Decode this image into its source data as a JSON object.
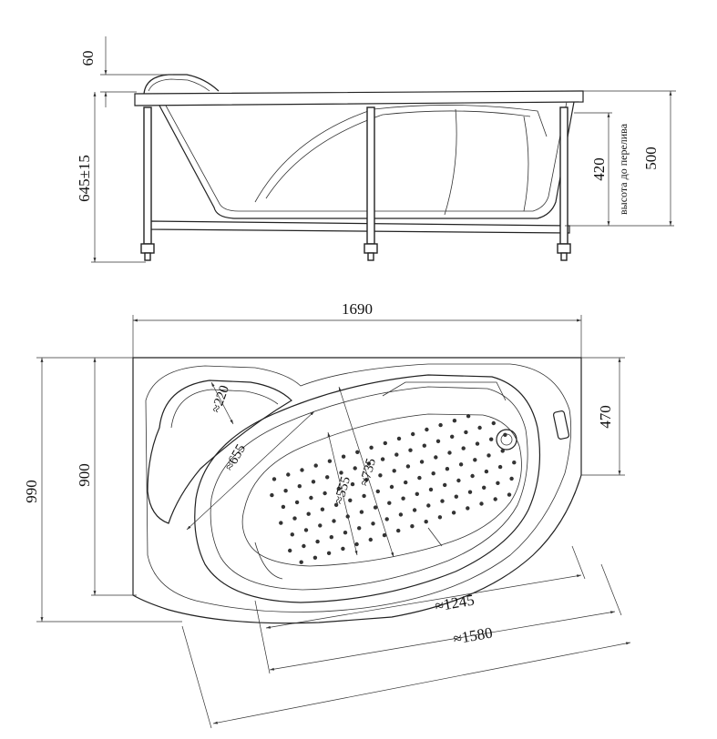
{
  "side_view": {
    "dim_headrest": "60",
    "dim_total_height": "645±15",
    "dim_overflow": "420",
    "dim_overflow_note": "высота до перелива",
    "dim_rim_height": "500"
  },
  "top_view": {
    "dim_length": "1690",
    "dim_width": "990",
    "dim_inner_width": "900",
    "dim_narrow_end": "470",
    "dim_headrest_depth": "≈220",
    "dim_inner_diagonal": "≈655",
    "dim_bowl_width": "≈735",
    "dim_bowl_inner_width": "≈555",
    "dim_bowl_length": "≈1245",
    "dim_diagonal_length": "≈1580"
  }
}
